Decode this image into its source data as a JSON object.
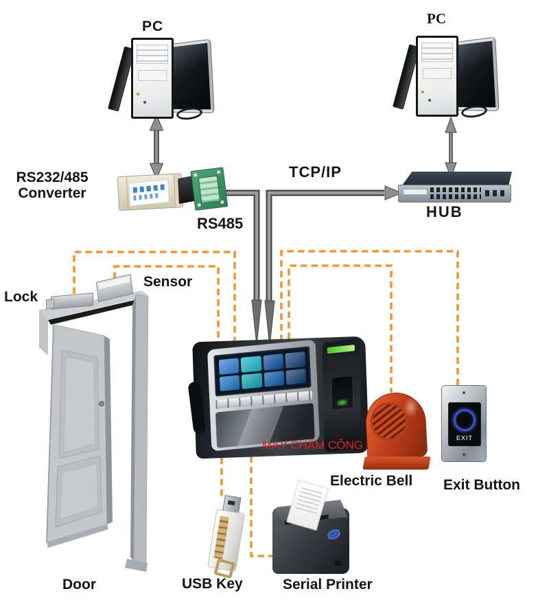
{
  "colors": {
    "wire_gray": "#9d9d9d",
    "wire_outline": "#454545",
    "dash_orange": "#EE9733",
    "label_black": "#141414",
    "attendance_label_red": "#D6262B"
  },
  "nodes": {
    "pc_left": {
      "label": "PC"
    },
    "pc_right": {
      "label": "PC"
    },
    "converter": {
      "label": "RS232/485\nConverter"
    },
    "hub": {
      "label": "HUB"
    },
    "lock": {
      "label": "Lock"
    },
    "sensor": {
      "label": "Sensor"
    },
    "door": {
      "label": "Door"
    },
    "attendance_terminal": {
      "label": "MÁY CHẤM CÔNG"
    },
    "electric_bell": {
      "label": "Electric Bell"
    },
    "exit_button": {
      "label": "Exit Button",
      "plate_text": "EXIT"
    },
    "usb_key": {
      "label": "USB Key"
    },
    "serial_printer": {
      "label": "Serial Printer"
    }
  },
  "links": {
    "tcp_ip": {
      "label": "TCP/IP"
    },
    "rs485": {
      "label": "RS485"
    }
  }
}
